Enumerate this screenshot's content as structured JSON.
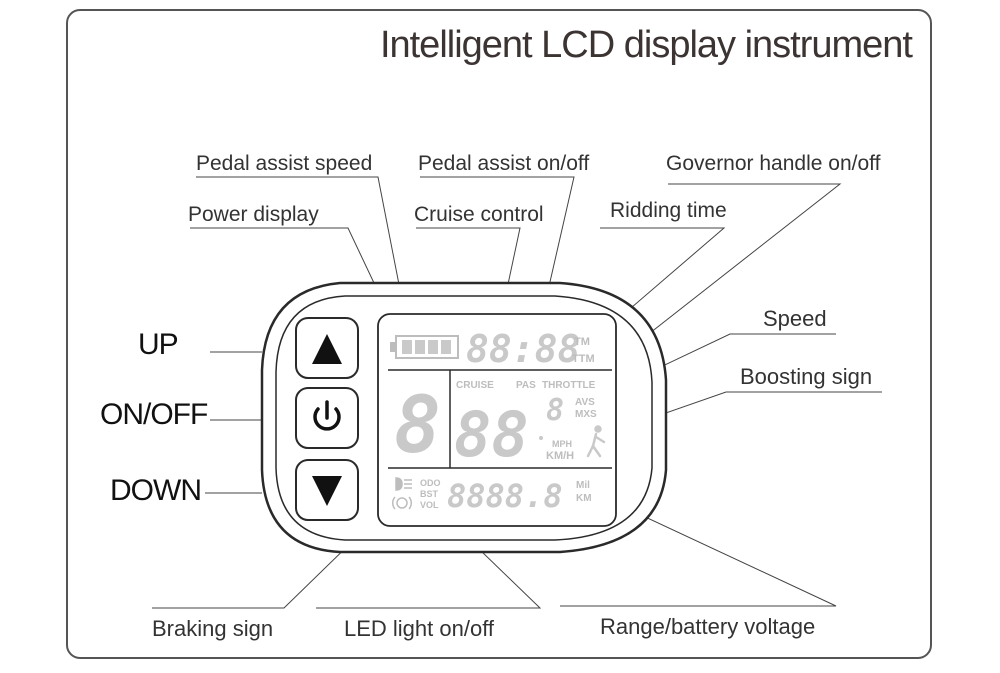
{
  "title": "Intelligent LCD display instrument",
  "labels": {
    "pedal_assist_speed": "Pedal assist speed",
    "pedal_assist_onoff": "Pedal assist on/off",
    "governor_handle": "Governor handle on/off",
    "power_display": "Power display",
    "cruise_control": "Cruise control",
    "ridding_time": "Ridding time",
    "speed": "Speed",
    "boosting_sign": "Boosting sign",
    "up": "UP",
    "onoff": "ON/OFF",
    "down": "DOWN",
    "braking_sign": "Braking sign",
    "led_light": "LED light on/off",
    "range_voltage": "Range/battery voltage"
  },
  "lcd": {
    "clock": "88:88",
    "tm": "TM",
    "ttm": "TTM",
    "cruise": "CRUISE",
    "pas": "PAS",
    "throttle": "THROTTLE",
    "assist_digit": "8",
    "speed_digits": "88",
    "speed_small_digit": "8",
    "avs": "AVS",
    "mxs": "MXS",
    "mph": "MPH",
    "kmh": "KM/H",
    "odometer": "8888.8",
    "odo": "ODO",
    "bst": "BST",
    "vol": "VOL",
    "mil": "Mil",
    "km": "KM"
  },
  "colors": {
    "segment": "#c9c9c9",
    "outline": "#2a2a2a",
    "text": "#333333"
  }
}
